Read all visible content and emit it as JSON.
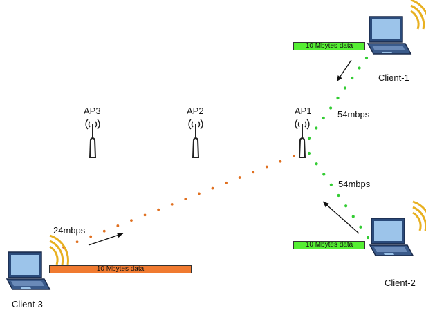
{
  "access_points": [
    {
      "label": "AP3"
    },
    {
      "label": "AP2"
    },
    {
      "label": "AP1"
    }
  ],
  "clients": [
    {
      "label": "Client-1",
      "link_rate": "54mbps",
      "payload": "10 Mbytes data"
    },
    {
      "label": "Client-2",
      "link_rate": "54mbps",
      "payload": "10 Mbytes data"
    },
    {
      "label": "Client-3",
      "link_rate": "24mbps",
      "payload": "10 Mbytes data"
    }
  ],
  "colors": {
    "fast_link": "#33cc33",
    "slow_link": "#e07020",
    "fast_payload": "#55ee33",
    "slow_payload": "#f07a30",
    "wifi_waves": "#e8b020"
  }
}
